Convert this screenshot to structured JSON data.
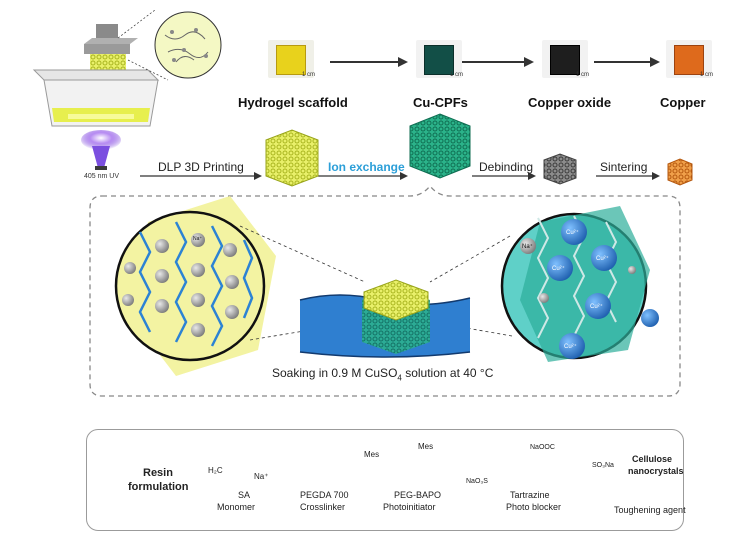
{
  "top_row": {
    "titles": [
      "Hydrogel scaffold",
      "Cu-CPFs",
      "Copper oxide",
      "Copper"
    ],
    "scale_bar": "1 cm",
    "uv_label": "405 nm UV"
  },
  "process": {
    "steps": [
      "DLP 3D Printing",
      "Ion exchange",
      "Debinding",
      "Sintering"
    ]
  },
  "detail": {
    "soak_prefix": "Soaking in 0.9 M CuSO",
    "soak_sub": "4",
    "soak_suffix": " solution at 40 °C",
    "ion_left": "Na⁺",
    "ion_right_na": "Na⁺",
    "ion_right_cu": "Cu²⁺"
  },
  "resin": {
    "heading_line1": "Resin",
    "heading_line2": "formulation",
    "sa_formula": "H₂C",
    "sa_na": "Na⁺",
    "sa_name": "SA",
    "sa_role": "Monomer",
    "pegda_name": "PEGDA 700",
    "pegda_role": "Crosslinker",
    "mes_left": "Mes",
    "mes_right": "Mes",
    "bapo_name": "PEG-BAPO",
    "bapo_role": "Photoinitiator",
    "tart_naooc": "NaOOC",
    "tart_left": "NaO₃S",
    "tart_right": "SO₃Na",
    "tart_name": "Tartrazine",
    "tart_role": "Photo blocker",
    "cnc_line1": "Cellulose",
    "cnc_line2": "nanocrystals",
    "cnc_role": "Toughening agent"
  },
  "colors": {
    "hydrogel": "#d9e53a",
    "cu_cpf": "#1f9e7a",
    "copper_oxide": "#5f5f5f",
    "copper": "#e0791e",
    "ion_exchange_text": "#2c9fd8",
    "solution": "#2f7fd0",
    "na_ion": "#8a8a8a",
    "cu_ion": "#2f7fd0"
  }
}
